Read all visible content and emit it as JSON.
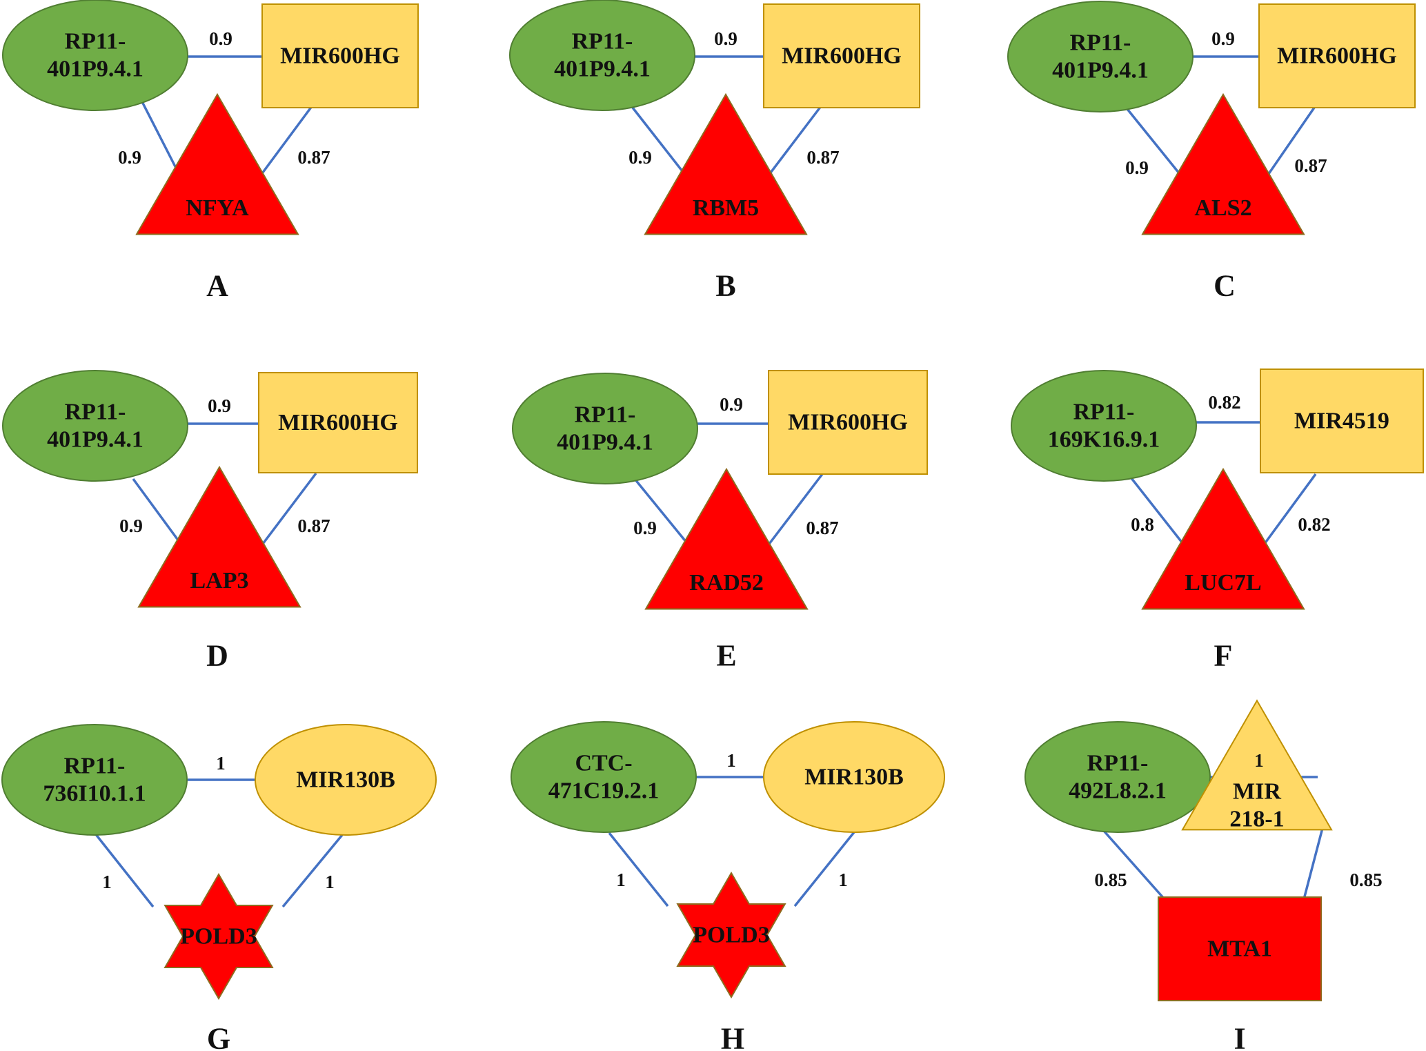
{
  "colors": {
    "lnc_fill": "#70AD47",
    "lnc_stroke": "#507E32",
    "mir_fill": "#FFD966",
    "mir_stroke": "#BF9000",
    "gene_fill": "#FF0000",
    "gene_stroke": "#8E6B1E",
    "edge": "#4472C4"
  },
  "panels": [
    {
      "label": "A",
      "lnc": {
        "shape": "ellipse",
        "lines": [
          "RP11-",
          "401P9.4.1"
        ]
      },
      "mir": {
        "shape": "rectangle",
        "lines": [
          "MIR600HG"
        ]
      },
      "gene": {
        "shape": "triangle",
        "lines": [
          "NFYA"
        ]
      },
      "edges": {
        "lnc_mir": "0.9",
        "lnc_gene": "0.9",
        "mir_gene": "0.87"
      }
    },
    {
      "label": "B",
      "lnc": {
        "shape": "ellipse",
        "lines": [
          "RP11-",
          "401P9.4.1"
        ]
      },
      "mir": {
        "shape": "rectangle",
        "lines": [
          "MIR600HG"
        ]
      },
      "gene": {
        "shape": "triangle",
        "lines": [
          "RBM5"
        ]
      },
      "edges": {
        "lnc_mir": "0.9",
        "lnc_gene": "0.9",
        "mir_gene": "0.87"
      }
    },
    {
      "label": "C",
      "lnc": {
        "shape": "ellipse",
        "lines": [
          "RP11-",
          "401P9.4.1"
        ]
      },
      "mir": {
        "shape": "rectangle",
        "lines": [
          "MIR600HG"
        ]
      },
      "gene": {
        "shape": "triangle",
        "lines": [
          "ALS2"
        ]
      },
      "edges": {
        "lnc_mir": "0.9",
        "lnc_gene": "0.9",
        "mir_gene": "0.87"
      }
    },
    {
      "label": "D",
      "lnc": {
        "shape": "ellipse",
        "lines": [
          "RP11-",
          "401P9.4.1"
        ]
      },
      "mir": {
        "shape": "rectangle",
        "lines": [
          "MIR600HG"
        ]
      },
      "gene": {
        "shape": "triangle",
        "lines": [
          "LAP3"
        ]
      },
      "edges": {
        "lnc_mir": "0.9",
        "lnc_gene": "0.9",
        "mir_gene": "0.87"
      }
    },
    {
      "label": "E",
      "lnc": {
        "shape": "ellipse",
        "lines": [
          "RP11-",
          "401P9.4.1"
        ]
      },
      "mir": {
        "shape": "rectangle",
        "lines": [
          "MIR600HG"
        ]
      },
      "gene": {
        "shape": "triangle",
        "lines": [
          "RAD52"
        ]
      },
      "edges": {
        "lnc_mir": "0.9",
        "lnc_gene": "0.9",
        "mir_gene": "0.87"
      }
    },
    {
      "label": "F",
      "lnc": {
        "shape": "ellipse",
        "lines": [
          "RP11-",
          "169K16.9.1"
        ]
      },
      "mir": {
        "shape": "rectangle",
        "lines": [
          "MIR4519"
        ]
      },
      "gene": {
        "shape": "triangle",
        "lines": [
          "LUC7L"
        ]
      },
      "edges": {
        "lnc_mir": "0.82",
        "lnc_gene": "0.8",
        "mir_gene": "0.82"
      }
    },
    {
      "label": "G",
      "lnc": {
        "shape": "ellipse",
        "lines": [
          "RP11-",
          "736I10.1.1"
        ]
      },
      "mir": {
        "shape": "ellipse",
        "lines": [
          "MIR130B"
        ]
      },
      "gene": {
        "shape": "star",
        "lines": [
          "POLD3"
        ]
      },
      "edges": {
        "lnc_mir": "1",
        "lnc_gene": "1",
        "mir_gene": "1"
      }
    },
    {
      "label": "H",
      "lnc": {
        "shape": "ellipse",
        "lines": [
          "CTC-",
          "471C19.2.1"
        ]
      },
      "mir": {
        "shape": "ellipse",
        "lines": [
          "MIR130B"
        ]
      },
      "gene": {
        "shape": "star",
        "lines": [
          "POLD3"
        ]
      },
      "edges": {
        "lnc_mir": "1",
        "lnc_gene": "1",
        "mir_gene": "1"
      }
    },
    {
      "label": "I",
      "lnc": {
        "shape": "ellipse",
        "lines": [
          "RP11-",
          "492L8.2.1"
        ]
      },
      "mir": {
        "shape": "triangle",
        "lines": [
          "MIR",
          "218-1"
        ]
      },
      "gene": {
        "shape": "rectangle",
        "lines": [
          "MTA1"
        ]
      },
      "edges": {
        "lnc_mir": "1",
        "lnc_gene": "0.85",
        "mir_gene": "0.85"
      }
    }
  ]
}
